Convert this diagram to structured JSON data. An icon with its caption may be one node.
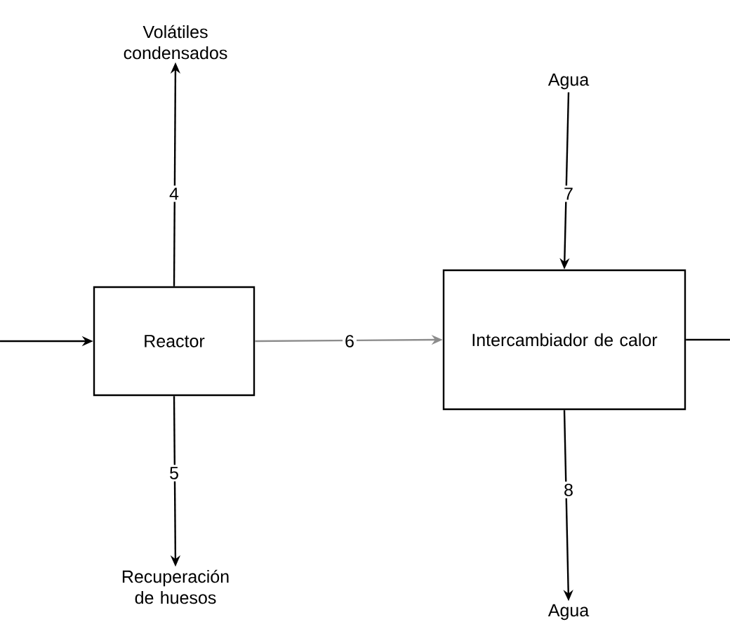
{
  "diagram": {
    "nodes": [
      {
        "text": [
          "Volátiles condensados"
        ]
      },
      {
        "text": [
          "Agua"
        ]
      },
      {
        "text": [
          "Reactor"
        ]
      },
      {
        "text": [
          "Intercambiador de calor"
        ]
      },
      {
        "text": [
          "Recuperación de huesos"
        ]
      },
      {
        "text": [
          "Agua"
        ]
      }
    ],
    "edges": [
      {
        "from": null,
        "to": 2,
        "arrow": "to"
      },
      {
        "from": 2,
        "to": 0,
        "arrow": "to",
        "label": "4"
      },
      {
        "from": 2,
        "to": 4,
        "arrow": "to",
        "label": "5"
      },
      {
        "from": 2,
        "to": 3,
        "arrow": "to",
        "label": "6",
        "color": "#8c8c8c"
      },
      {
        "from": 1,
        "to": 3,
        "arrow": "to",
        "label": "7"
      },
      {
        "from": 3,
        "to": 5,
        "arrow": "to",
        "label": "8"
      },
      {
        "from": 3,
        "to": null,
        "arrow": "none"
      }
    ]
  }
}
